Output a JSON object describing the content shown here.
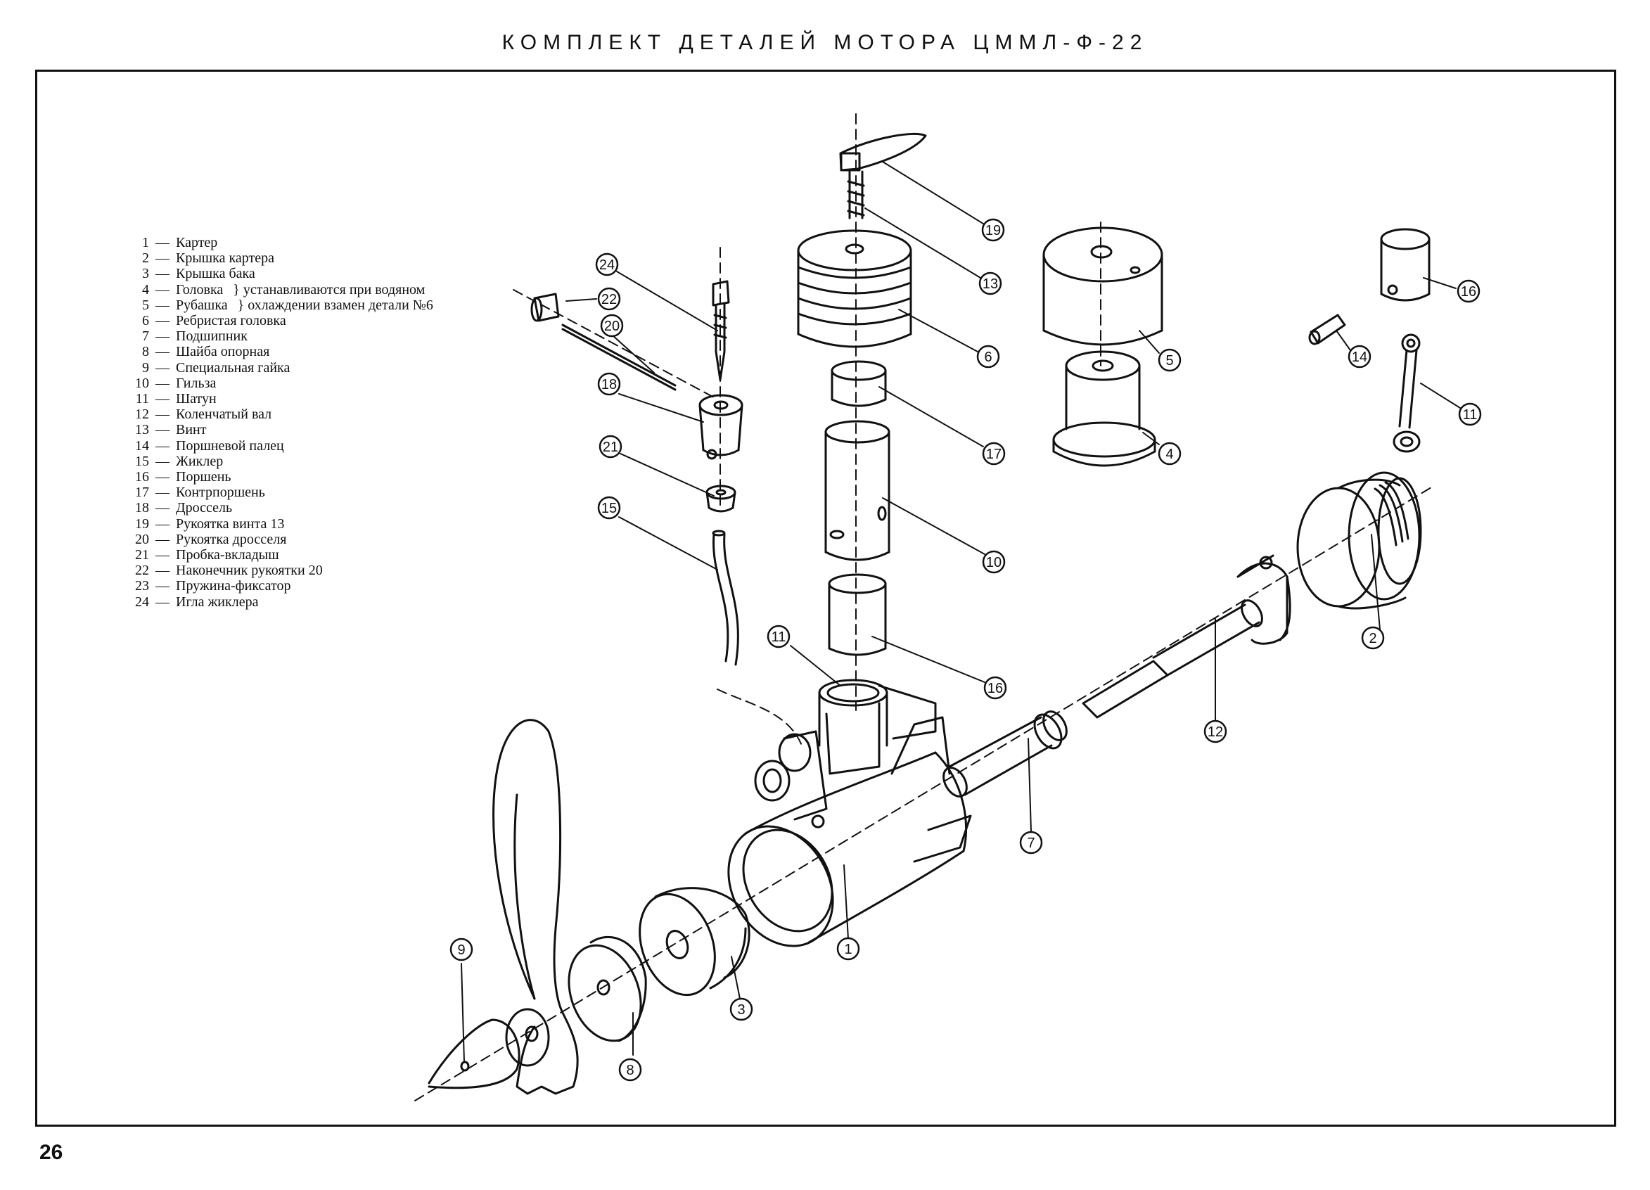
{
  "title": "КОМПЛЕКТ ДЕТАЛЕЙ МОТОРА ЦММЛ-Ф-22",
  "page_number": "26",
  "legend": [
    {
      "num": "1",
      "name": "Картер"
    },
    {
      "num": "2",
      "name": "Крышка картера"
    },
    {
      "num": "3",
      "name": "Крышка бака"
    },
    {
      "num": "4",
      "name": "Головка",
      "extra": "} устанавливаются при водяном"
    },
    {
      "num": "5",
      "name": "Рубашка",
      "extra": "} охлаждении взамен детали №6"
    },
    {
      "num": "6",
      "name": "Ребристая головка"
    },
    {
      "num": "7",
      "name": "Подшипник"
    },
    {
      "num": "8",
      "name": "Шайба опорная"
    },
    {
      "num": "9",
      "name": "Специальная гайка"
    },
    {
      "num": "10",
      "name": "Гильза"
    },
    {
      "num": "11",
      "name": "Шатун"
    },
    {
      "num": "12",
      "name": "Коленчатый вал"
    },
    {
      "num": "13",
      "name": "Винт"
    },
    {
      "num": "14",
      "name": "Поршневой палец"
    },
    {
      "num": "15",
      "name": "Жиклер"
    },
    {
      "num": "16",
      "name": "Поршень"
    },
    {
      "num": "17",
      "name": "Контрпоршень"
    },
    {
      "num": "18",
      "name": "Дроссель"
    },
    {
      "num": "19",
      "name": "Рукоятка винта 13"
    },
    {
      "num": "20",
      "name": "Рукоятка дросселя"
    },
    {
      "num": "21",
      "name": "Пробка-вкладыш"
    },
    {
      "num": "22",
      "name": "Наконечник рукоятки 20"
    },
    {
      "num": "23",
      "name": "Пружина-фиксатор"
    },
    {
      "num": "24",
      "name": "Игла жиклера"
    }
  ],
  "callouts": [
    "19",
    "13",
    "6",
    "5",
    "16",
    "14",
    "11",
    "4",
    "17",
    "10",
    "24",
    "22",
    "20",
    "18",
    "21",
    "15",
    "11",
    "16",
    "2",
    "12",
    "7",
    "1",
    "3",
    "8",
    "9"
  ],
  "colors": {
    "ink": "#111111",
    "paper": "#ffffff"
  }
}
